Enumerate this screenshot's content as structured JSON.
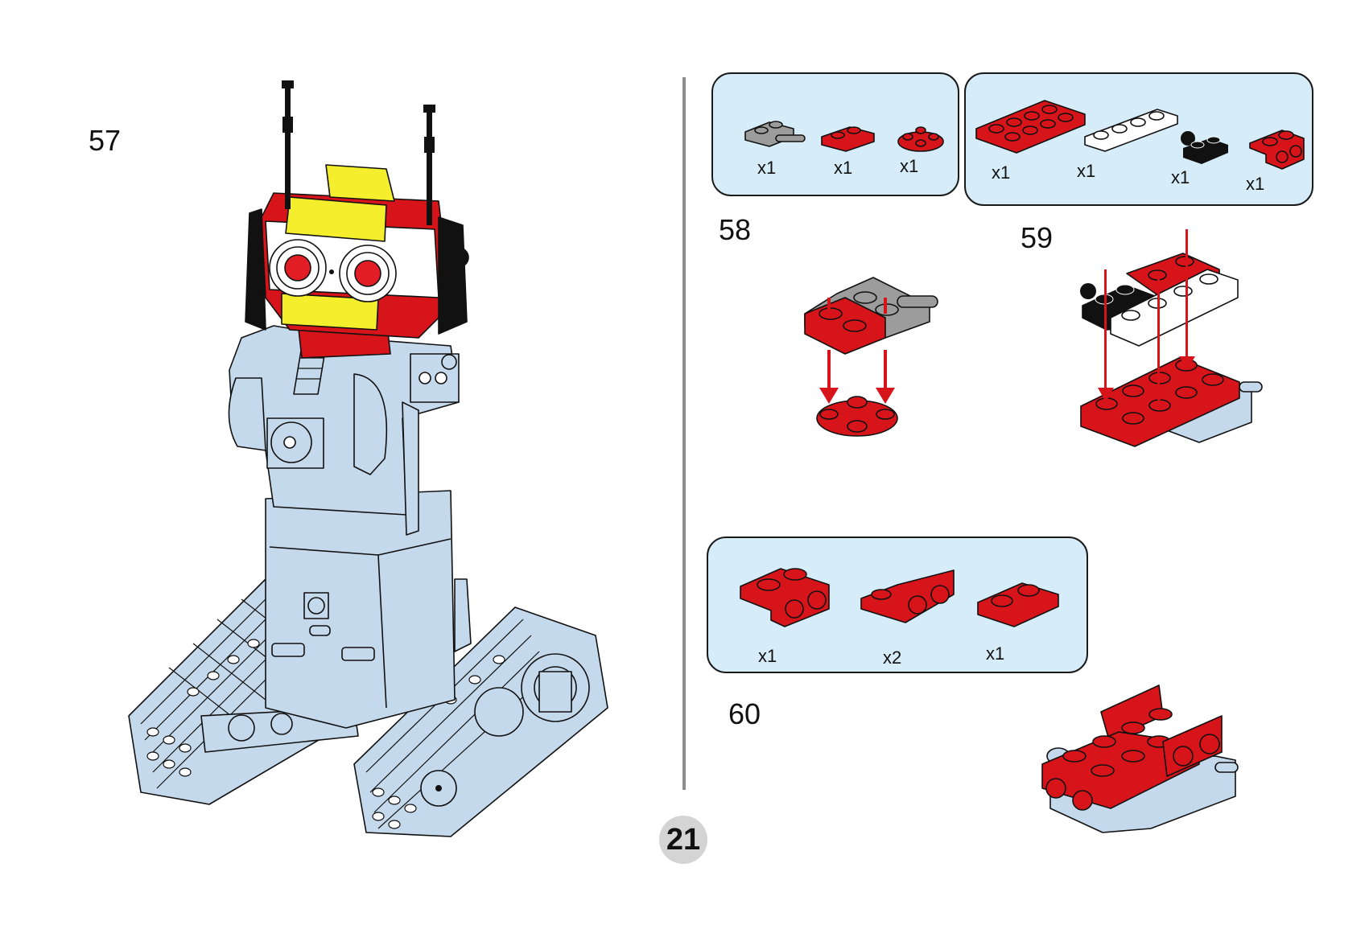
{
  "page": {
    "number": "21"
  },
  "colors": {
    "brick_red": "#d7141a",
    "brick_red_dark": "#a80d12",
    "brick_gray": "#9c9c9c",
    "brick_white": "#ffffff",
    "brick_black": "#111111",
    "brick_yellow": "#f4ee2c",
    "brick_light_blue": "#c5d9ec",
    "parts_box_fill": "#d6ecf8",
    "arrow": "#d7141a",
    "divider": "#8c8c8c",
    "page_badge": "#d4d4d4"
  },
  "steps": [
    {
      "number": "57",
      "illustration": "completed tracked robot with red/yellow/white head, two black antennas, light-blue body and tank treads"
    },
    {
      "number": "58",
      "parts": [
        {
          "name": "gray 1x2 plate with bar handles",
          "color": "gray",
          "qty": "x1"
        },
        {
          "name": "red 1x2 plate",
          "color": "red",
          "qty": "x1"
        },
        {
          "name": "red 2x2 round plate",
          "color": "red",
          "qty": "x1"
        }
      ],
      "illustration": "red and gray plates pressed onto red round plate with two red arrows"
    },
    {
      "number": "59",
      "parts": [
        {
          "name": "red 2x4 plate",
          "color": "red",
          "qty": "x1"
        },
        {
          "name": "white 1x4 plate",
          "color": "white",
          "qty": "x1"
        },
        {
          "name": "black 1x2 plate with ball",
          "color": "black",
          "qty": "x1"
        },
        {
          "name": "red 1x2 - 1x2 bracket",
          "color": "red",
          "qty": "x1"
        }
      ],
      "illustration": "black, white and red plates pressed onto red 2x4 plate with three red arrows"
    },
    {
      "number": "60",
      "parts": [
        {
          "name": "red 1x2 - 1x2 bracket",
          "color": "red",
          "qty": "x1"
        },
        {
          "name": "red 1x2 - 1x2 inverted bracket",
          "color": "red",
          "qty": "x2"
        },
        {
          "name": "red 1x2 plate",
          "color": "red",
          "qty": "x1"
        }
      ],
      "illustration": "red sub-assembly with brackets on light-blue base"
    }
  ]
}
